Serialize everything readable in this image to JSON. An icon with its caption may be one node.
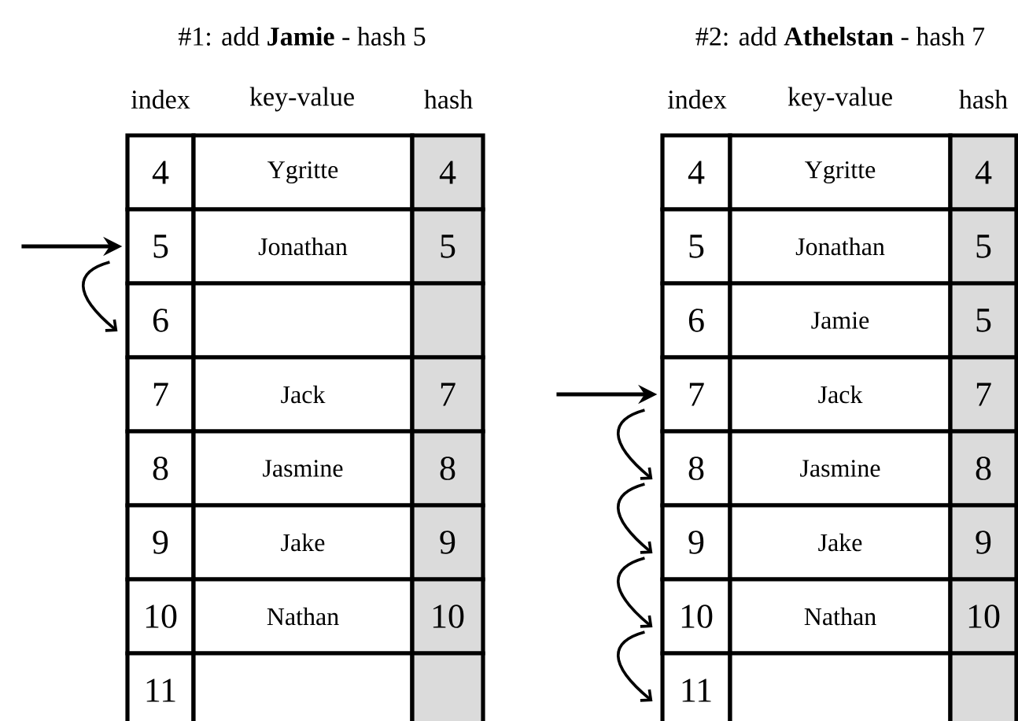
{
  "diagram": {
    "nodes": [
      {
        "text": [
          "4"
        ]
      },
      {
        "text": [
          "Ygritte"
        ]
      },
      {
        "text": [
          "4"
        ]
      },
      {
        "text": [
          "5"
        ]
      },
      {
        "text": [
          "Jonathan"
        ]
      },
      {
        "text": [
          "5"
        ]
      },
      {
        "text": [
          "6"
        ]
      },
      {
        "text": [],
        "shape": "box"
      },
      {
        "text": [],
        "shape": "box"
      },
      {
        "text": [
          "7"
        ]
      },
      {
        "text": [
          "Jack"
        ]
      },
      {
        "text": [
          "7"
        ]
      },
      {
        "text": [
          "8"
        ]
      },
      {
        "text": [
          "Jasmine"
        ]
      },
      {
        "text": [
          "8"
        ]
      },
      {
        "text": [
          "9"
        ]
      },
      {
        "text": [
          "Jake"
        ]
      },
      {
        "text": [
          "9"
        ]
      },
      {
        "text": [
          "10"
        ]
      },
      {
        "text": [
          "Nathan"
        ]
      },
      {
        "text": [
          "10"
        ]
      },
      {
        "text": [
          "11"
        ]
      },
      {
        "text": [],
        "shape": "box"
      },
      {
        "text": [],
        "shape": "box"
      },
      {
        "text": [
          "4"
        ]
      },
      {
        "text": [
          "Ygritte"
        ]
      },
      {
        "text": [
          "4"
        ]
      },
      {
        "text": [
          "5"
        ]
      },
      {
        "text": [
          "Jonathan"
        ]
      },
      {
        "text": [
          "5"
        ]
      },
      {
        "text": [
          "6"
        ]
      },
      {
        "text": [
          "Jamie"
        ]
      },
      {
        "text": [
          "5"
        ]
      },
      {
        "text": [
          "7"
        ]
      },
      {
        "text": [
          "Jack"
        ]
      },
      {
        "text": [
          "7"
        ]
      },
      {
        "text": [
          "8"
        ]
      },
      {
        "text": [
          "Jasmine"
        ]
      },
      {
        "text": [
          "8"
        ]
      },
      {
        "text": [
          "9"
        ]
      },
      {
        "text": [
          "Jake"
        ]
      },
      {
        "text": [
          "9"
        ]
      },
      {
        "text": [
          "10"
        ]
      },
      {
        "text": [
          "Nathan"
        ]
      },
      {
        "text": [
          "10"
        ]
      },
      {
        "text": [
          "11"
        ]
      },
      {
        "text": [],
        "shape": "box"
      },
      {
        "text": [],
        "shape": "box"
      }
    ],
    "edges": [
      {
        "from": null,
        "to": 3,
        "arrow": "to"
      },
      {
        "from": 3,
        "to": 6,
        "arrow": "to"
      },
      {
        "from": null,
        "to": 33,
        "arrow": "to"
      },
      {
        "from": 33,
        "to": 36,
        "arrow": "to"
      },
      {
        "from": 36,
        "to": 39,
        "arrow": "to"
      },
      {
        "from": 39,
        "to": 42,
        "arrow": "to"
      },
      {
        "from": 42,
        "to": 45,
        "arrow": "to"
      }
    ],
    "labels": [
      "#1: add **Jamie** - hash 5",
      "#2: add **Athelstan** - hash 7",
      "index",
      "key-value",
      "hash",
      "index",
      "key-value",
      "hash"
    ]
  }
}
